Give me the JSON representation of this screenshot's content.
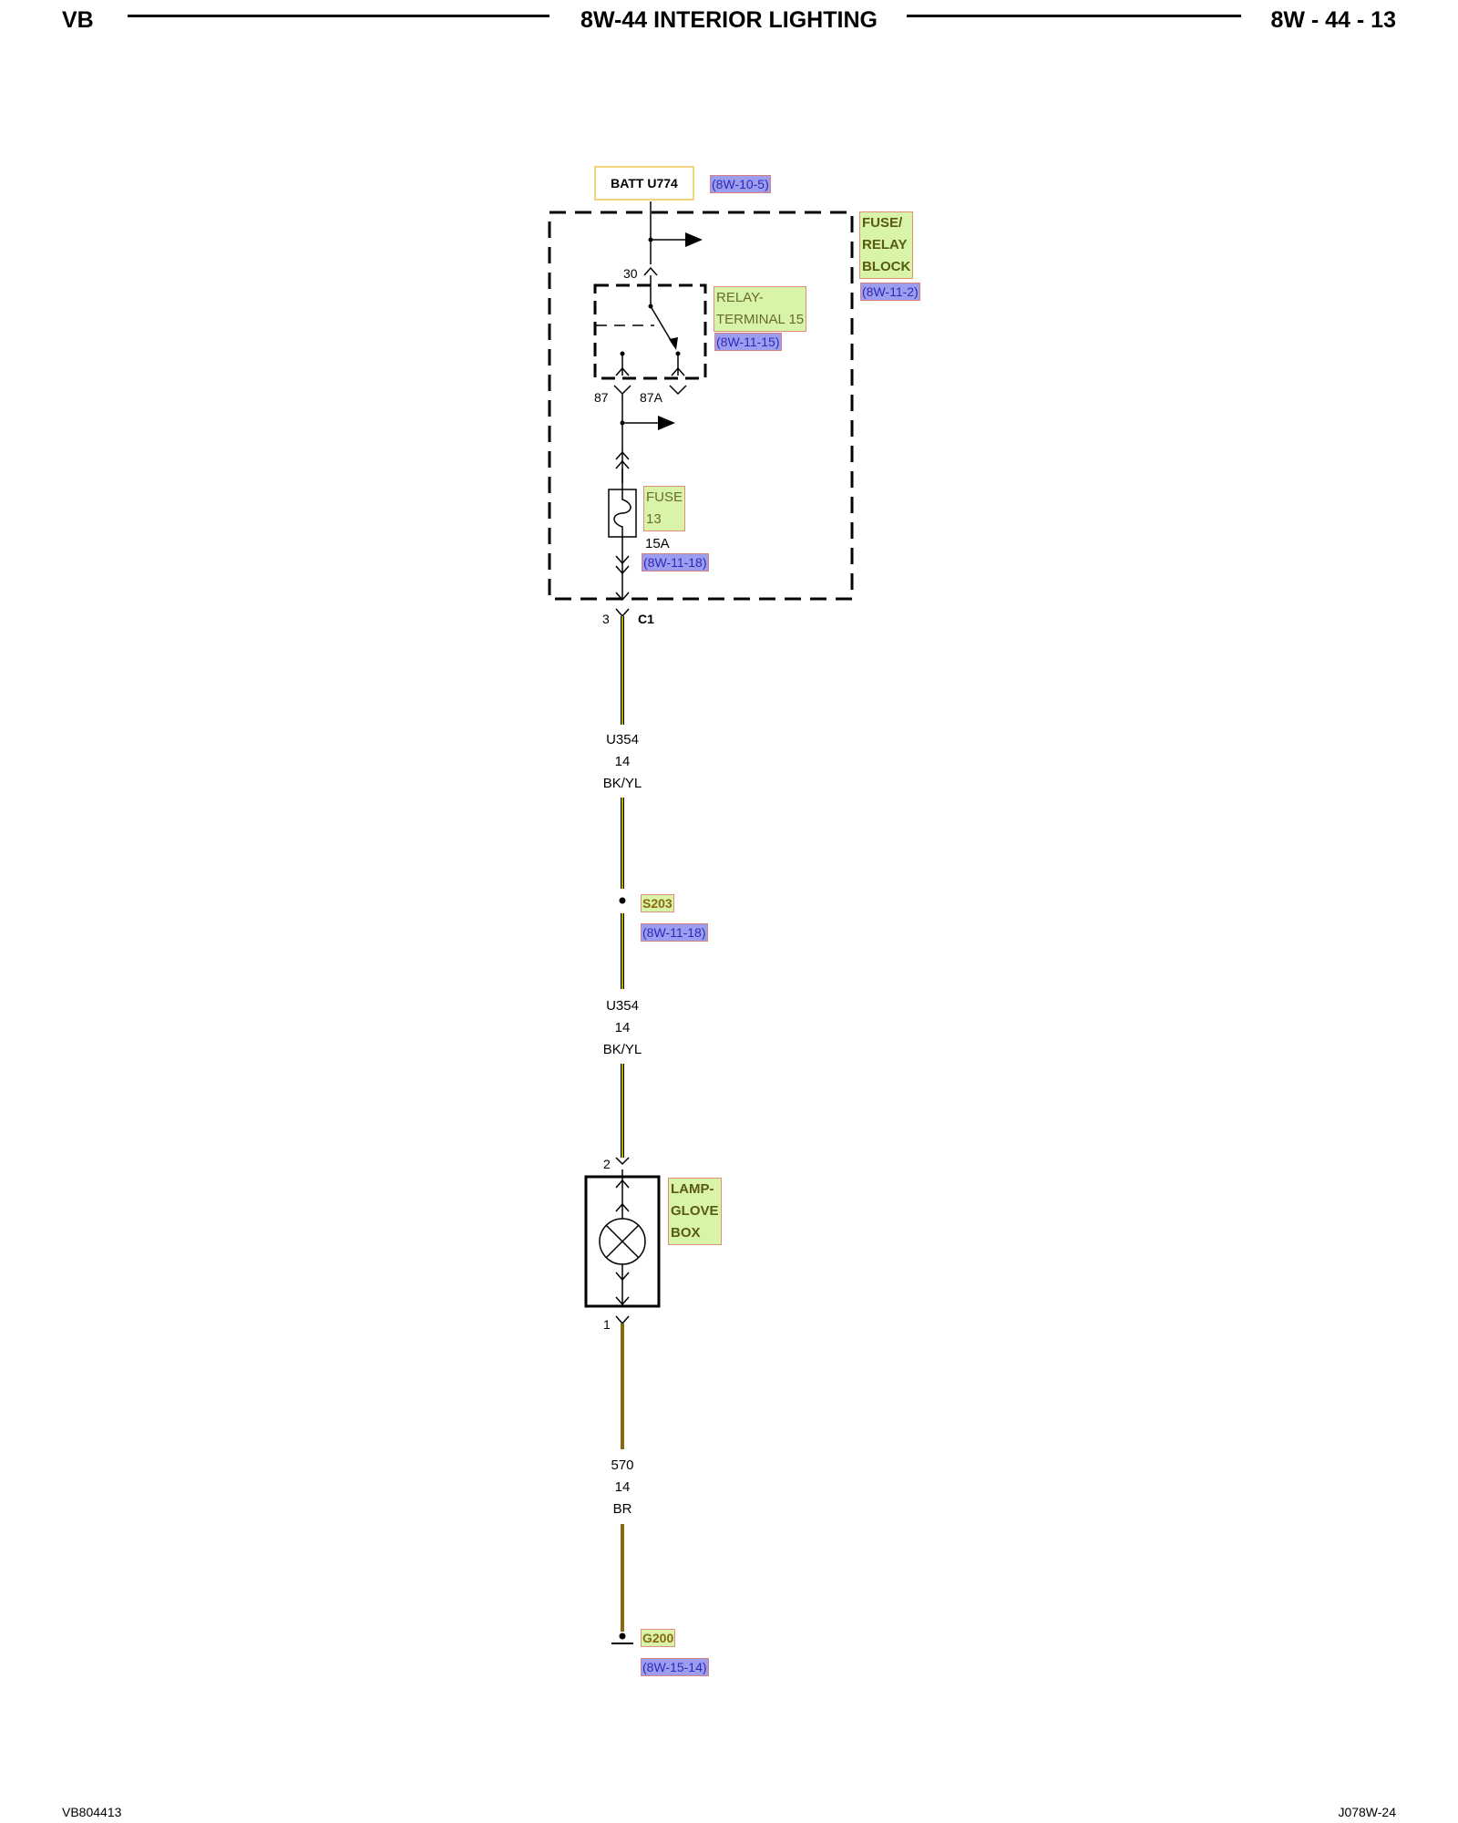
{
  "header": {
    "left": "VB",
    "title": "8W-44 INTERIOR LIGHTING",
    "page": "8W - 44 - 13"
  },
  "footer": {
    "left": "VB804413",
    "right": "J078W-24"
  },
  "diagram": {
    "battery": {
      "label": "BATT U774",
      "ref": "(8W-10-5)"
    },
    "fuse_relay_block": {
      "label": "FUSE/\nRELAY\nBLOCK",
      "ref": "(8W-11-2)"
    },
    "relay": {
      "label": "RELAY-\nTERMINAL 15",
      "ref": "(8W-11-15)",
      "pin_30": "30",
      "pin_87": "87",
      "pin_87a": "87A"
    },
    "fuse": {
      "label": "FUSE\n13",
      "rating": "15A",
      "ref": "(8W-11-18)"
    },
    "connector_c1": {
      "pin": "3",
      "name": "C1"
    },
    "wire_1": {
      "circuit": "U354",
      "gauge": "14",
      "color": "BK/YL"
    },
    "splice": {
      "label": "S203",
      "ref": "(8W-11-18)"
    },
    "wire_2": {
      "circuit": "U354",
      "gauge": "14",
      "color": "BK/YL"
    },
    "lamp": {
      "label": "LAMP-\nGLOVE\nBOX",
      "pin_in": "2",
      "pin_out": "1"
    },
    "wire_3": {
      "circuit": "570",
      "gauge": "14",
      "color": "BR"
    },
    "ground": {
      "label": "G200",
      "ref": "(8W-15-14)"
    },
    "colors": {
      "bk_yl_stripe": "#f2e600",
      "wire_black": "#000000",
      "brown": "#8a6a10"
    }
  }
}
